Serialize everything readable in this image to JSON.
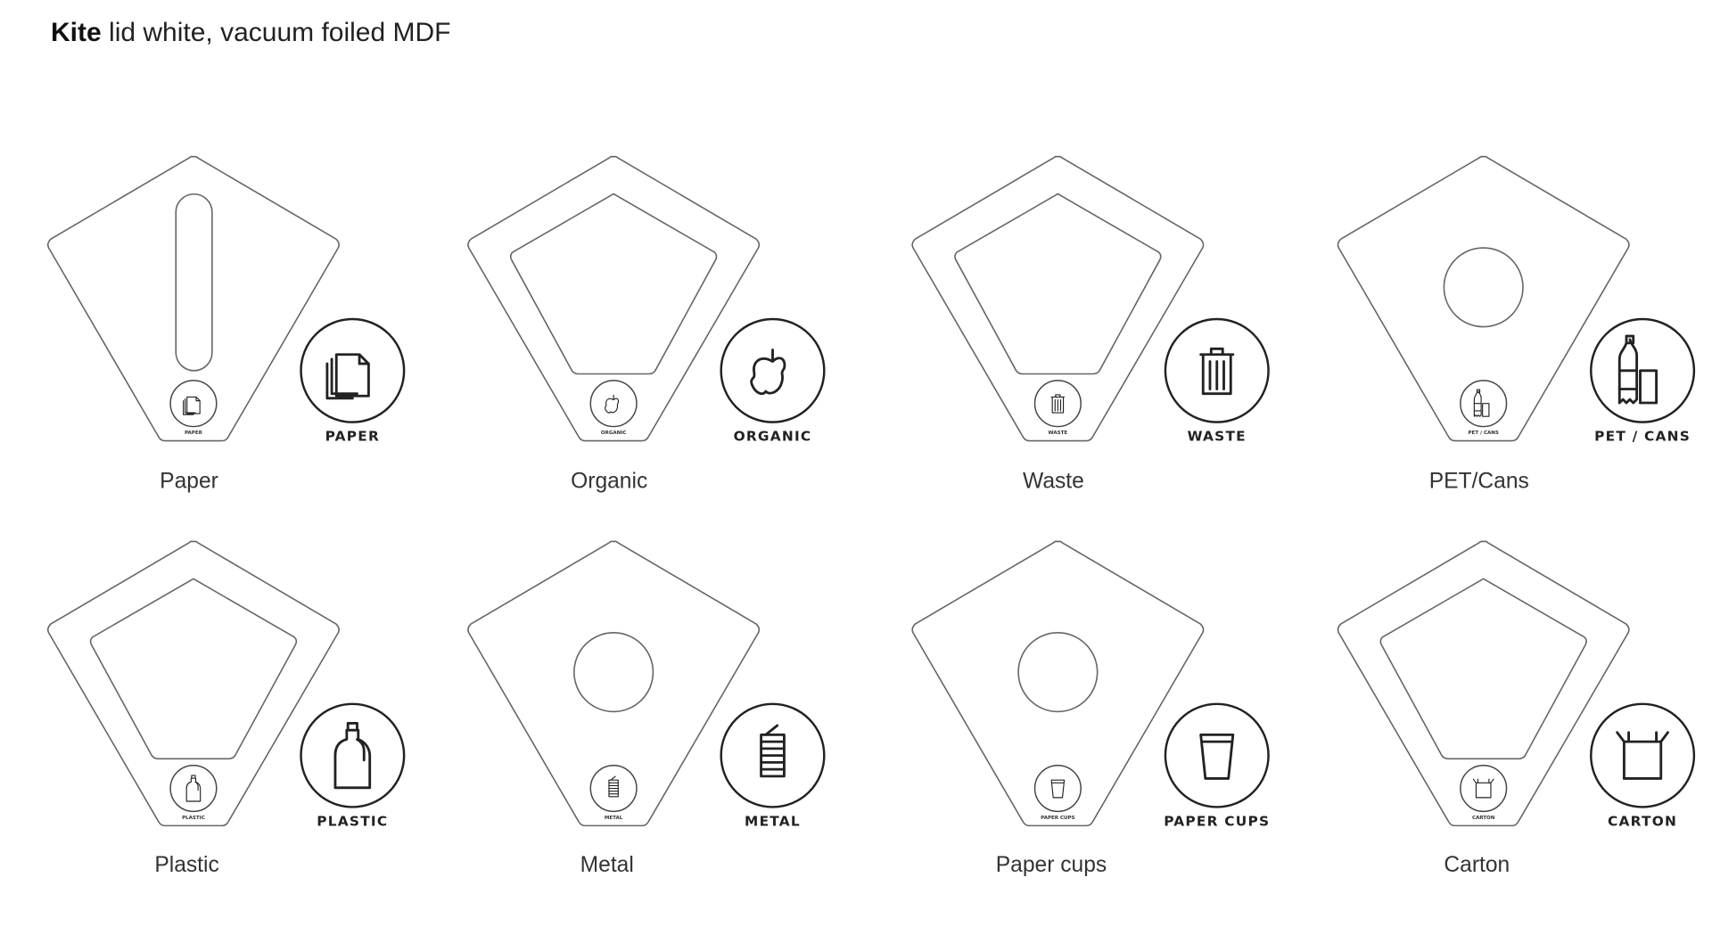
{
  "title": {
    "bold": "Kite",
    "rest": " lid white, vacuum foiled MDF"
  },
  "lids": [
    {
      "caption": "Paper",
      "badge_label": "PAPER",
      "opening": "slot",
      "icon": "paper-icon"
    },
    {
      "caption": "Organic",
      "badge_label": "ORGANIC",
      "opening": "pentagon",
      "icon": "apple-icon"
    },
    {
      "caption": "Waste",
      "badge_label": "WASTE",
      "opening": "pentagon",
      "icon": "trash-bin-icon"
    },
    {
      "caption": "PET/Cans",
      "badge_label": "PET / CANS",
      "opening": "circle",
      "icon": "bottle-can-icon"
    },
    {
      "caption": "Plastic",
      "badge_label": "PLASTIC",
      "opening": "pentagon",
      "icon": "plastic-bottle-icon"
    },
    {
      "caption": "Metal",
      "badge_label": "METAL",
      "opening": "circle",
      "icon": "tin-can-icon"
    },
    {
      "caption": "Paper cups",
      "badge_label": "PAPER CUPS",
      "opening": "circle",
      "icon": "cup-icon"
    },
    {
      "caption": "Carton",
      "badge_label": "CARTON",
      "opening": "pentagon",
      "icon": "carton-icon"
    }
  ]
}
